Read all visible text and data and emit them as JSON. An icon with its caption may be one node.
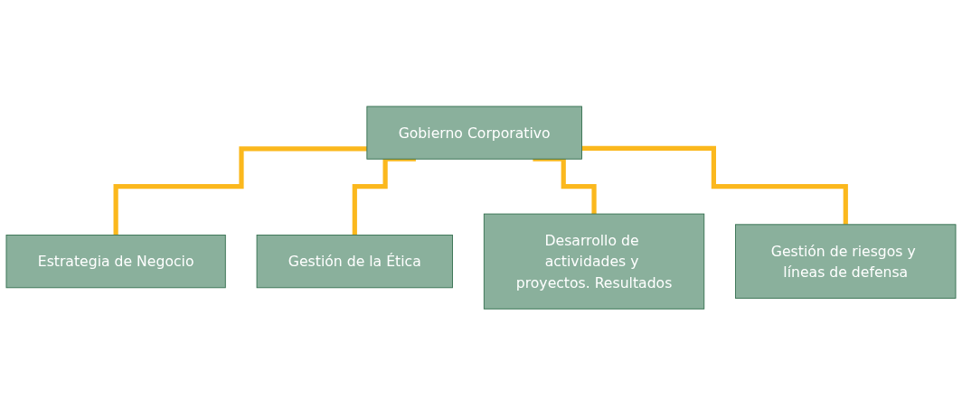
{
  "diagram": {
    "nodes": [
      {
        "text": [
          "Gobierno Corporativo"
        ]
      },
      {
        "text": [
          "Estrategia de Negocio"
        ]
      },
      {
        "text": [
          "Gestión de la Ética"
        ]
      },
      {
        "text": [
          "Desarrollo de actividades y proyectos. Resultados"
        ]
      },
      {
        "text": [
          "Gestión de riesgos y líneas de defensa"
        ]
      }
    ],
    "edges": [
      {
        "from": 0,
        "to": 1,
        "arrow": "none"
      },
      {
        "from": 0,
        "to": 2,
        "arrow": "none"
      },
      {
        "from": 0,
        "to": 3,
        "arrow": "none"
      },
      {
        "from": 0,
        "to": 4,
        "arrow": "none"
      }
    ]
  }
}
